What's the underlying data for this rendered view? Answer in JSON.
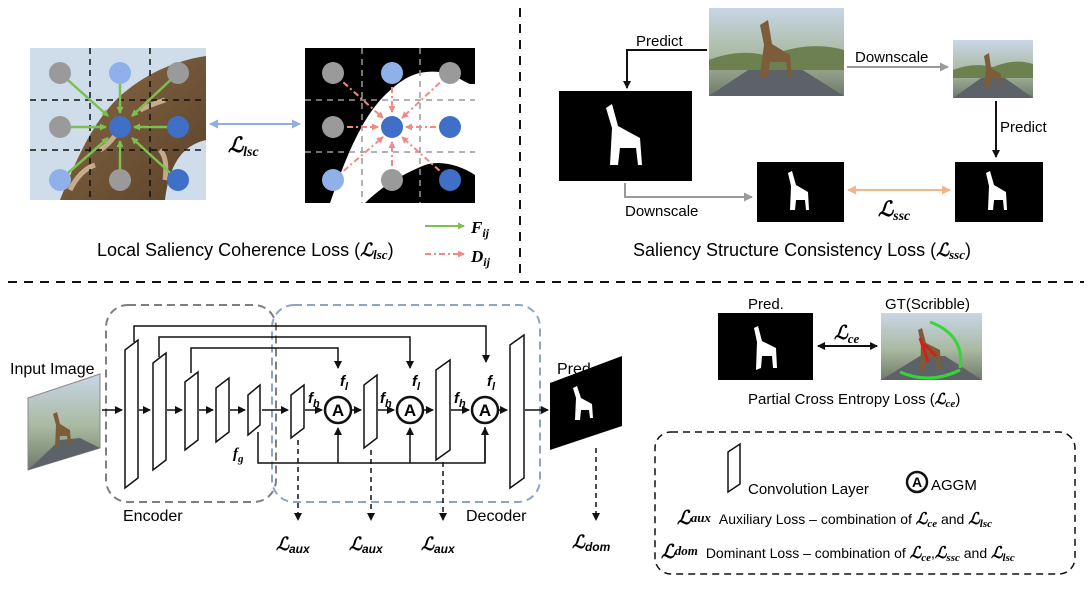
{
  "lsc_panel": {
    "caption": "Local Saliency Coherence Loss (",
    "caption_sym": "ℒ",
    "caption_sub": "lsc",
    "caption_close": ")",
    "link_sym": "ℒ",
    "link_sub": "lsc",
    "legend_f": "F",
    "legend_f_sub": "ij",
    "legend_d": "D",
    "legend_d_sub": "ij"
  },
  "ssc_panel": {
    "caption": "Saliency Structure Consistency Loss (",
    "caption_sym": "ℒ",
    "caption_sub": "ssc",
    "caption_close": ")",
    "predict_top": "Predict",
    "downscale_top": "Downscale",
    "predict_right": "Predict",
    "downscale_bottom": "Downscale",
    "loss_sym": "ℒ",
    "loss_sub": "ssc"
  },
  "network": {
    "input_label": "Input Image",
    "encoder_label": "Encoder",
    "decoder_label": "Decoder",
    "pred_label": "Pred.",
    "aggm_letter": "A",
    "f_l": "f",
    "f_l_sub": "l",
    "f_h": "f",
    "f_h_sub": "h",
    "f_g": "f",
    "f_g_sub": "g",
    "aux_sym": "ℒ",
    "aux_sub": "aux",
    "dom_sym": "ℒ",
    "dom_sub": "dom"
  },
  "ce_panel": {
    "pred_label": "Pred.",
    "gt_label": "GT(Scribble)",
    "loss_sym": "ℒ",
    "loss_sub": "ce",
    "caption": "Partial Cross Entropy Loss (",
    "caption_sym": "ℒ",
    "caption_sub": "ce",
    "caption_close": ")"
  },
  "legend": {
    "conv_label": "Convolution Layer",
    "aggm_letter": "A",
    "aggm_label": "AGGM",
    "aux_sym": "ℒ",
    "aux_sub": "aux",
    "aux_text": "Auxiliary Loss – combination of ",
    "aux_ce_sym": "ℒ",
    "aux_ce_sub": "ce",
    "aux_and": " and ",
    "aux_lsc_sym": "ℒ",
    "aux_lsc_sub": "lsc",
    "dom_sym": "ℒ",
    "dom_sub": "dom",
    "dom_text": "Dominant Loss – combination of ",
    "dom_ce_sym": "ℒ",
    "dom_ce_sub": "ce",
    "dom_comma": ",",
    "dom_ssc_sym": "ℒ",
    "dom_ssc_sub": "ssc",
    "dom_and": " and ",
    "dom_lsc_sym": "ℒ",
    "dom_lsc_sub": "lsc"
  },
  "colors": {
    "blue_dot": "#3f6fc7",
    "light_blue_dot": "#8fb0e8",
    "gray_dot": "#9a9a9a",
    "green_arrow": "#7cc050",
    "pink_arrow": "#f08a86",
    "orange_arrow": "#f3b48a",
    "link_blue": "#8fb0de",
    "dashed_box_gray": "#7f7f7f",
    "dashed_box_blue": "#8ea4c6"
  }
}
